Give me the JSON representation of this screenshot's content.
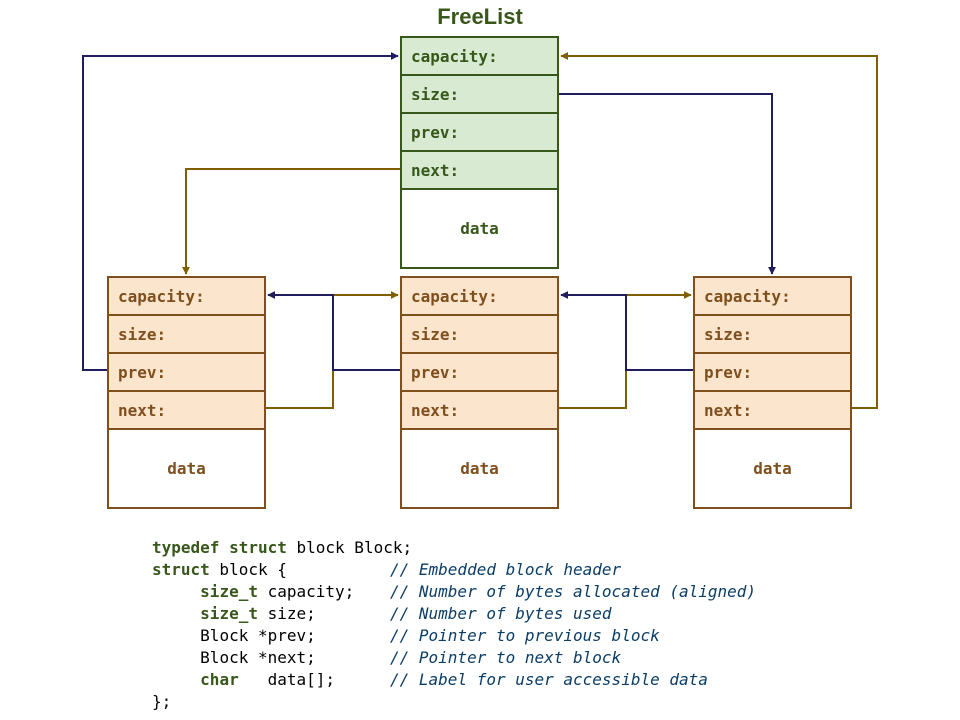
{
  "title": "FreeList",
  "freelist": {
    "fields": [
      "capacity:",
      "size:",
      "prev:",
      "next:"
    ],
    "data": "data"
  },
  "nodes": [
    {
      "fields": [
        "capacity:",
        "size:",
        "prev:",
        "next:"
      ],
      "data": "data"
    },
    {
      "fields": [
        "capacity:",
        "size:",
        "prev:",
        "next:"
      ],
      "data": "data"
    },
    {
      "fields": [
        "capacity:",
        "size:",
        "prev:",
        "next:"
      ],
      "data": "data"
    }
  ],
  "colors": {
    "freelist_fill": "#d9ead3",
    "freelist_stroke": "#38571a",
    "node_fill": "#fce5cd",
    "node_stroke": "#7f4f1e",
    "prev_arrow": "#1f1d5c",
    "next_arrow": "#7f6000"
  },
  "code": {
    "line1": {
      "kw1": "typedef",
      "kw2": "struct",
      "rest": " block Block;"
    },
    "line2": {
      "kw": "struct",
      "rest": " block {",
      "comment": "// Embedded block header"
    },
    "line3": {
      "kw": "size_t",
      "rest": " capacity;",
      "comment": "// Number of bytes allocated (aligned)"
    },
    "line4": {
      "kw": "size_t",
      "rest": " size;",
      "comment": "// Number of bytes used"
    },
    "line5": {
      "rest": "Block *prev;",
      "comment": "// Pointer to previous block"
    },
    "line6": {
      "rest": "Block *next;",
      "comment": "// Pointer to next block"
    },
    "line7": {
      "kw": "char",
      "rest": "   data[];",
      "comment": "// Label for user accessible data"
    },
    "line8": {
      "rest": "};"
    }
  }
}
